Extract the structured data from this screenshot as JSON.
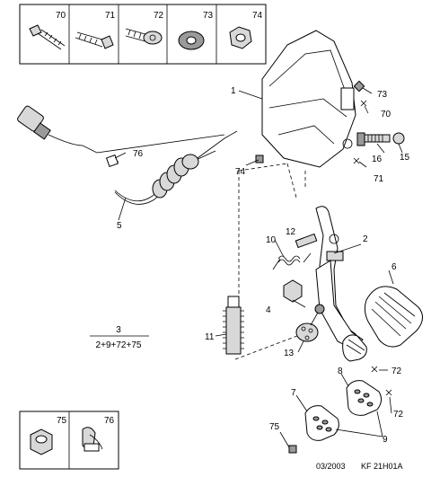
{
  "legend_top": [
    "70",
    "71",
    "72",
    "73",
    "74"
  ],
  "legend_bottom": [
    "75",
    "76"
  ],
  "labels": {
    "l1": "1",
    "l2": "2",
    "l3": "3",
    "l4": "4",
    "l5": "5",
    "l6": "6",
    "l7": "7",
    "l8": "8",
    "l9": "9",
    "l10": "10",
    "l11": "11",
    "l12": "12",
    "l13": "13",
    "l15": "15",
    "l16": "16",
    "l70": "70",
    "l71": "71",
    "l72a": "72",
    "l72b": "72",
    "l73": "73",
    "l74": "74",
    "l75": "75",
    "l76": "76"
  },
  "kit_formula": "2+9+72+75",
  "footer": {
    "date": "03/2003",
    "ref": "KF 21H01A"
  }
}
